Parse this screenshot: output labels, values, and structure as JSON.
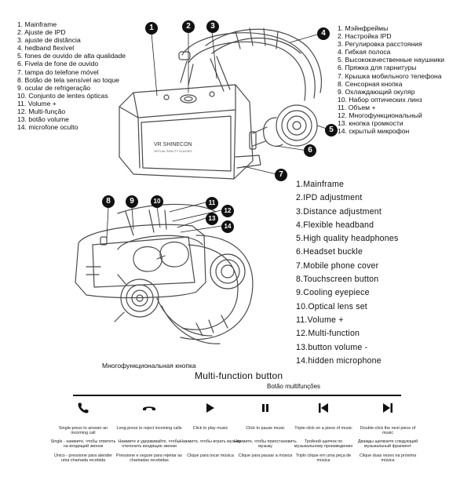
{
  "lists": {
    "portuguese": [
      "1. Mainframe",
      "2. Ajuste de IPD",
      "3. ajuste de distância",
      "4. hedband flexível",
      "5. fones de ouvido de alta qualidade",
      "6. Fivela de fone de ouvido",
      "7. tampa do telefone móvel",
      "8. Botão de tela sensível ao toque",
      "9. ocular de refrigeração",
      "10. Conjunto de lentes ópticas",
      "11. Volume +",
      "12. Multi-função",
      "13. botão volume",
      "14. microfone oculto"
    ],
    "russian": [
      "1. Мэйнфреймы",
      "2. Настройка IPD",
      "3. Регулировка расстояния",
      "4. Гибкая полоса",
      "5. Высококачественные наушники",
      "6. Пряжка для гарнитуры",
      "7. Крышка мобильного телефона",
      "8. Сенсорная кнопка",
      "9. Охлаждающий окуляр",
      "10. Набор оптических линз",
      "11. Объем +",
      "12. Многофункциональный",
      "13. кнопка громкости",
      "14. скрытый микрофон"
    ],
    "english": [
      "1.Mainframe",
      "2.IPD adjustment",
      "3.Distance adjustment",
      "4.Flexible headband",
      "5.High quality headphones",
      "6.Headset buckle",
      "7.Mobile phone cover",
      "8.Touchscreen button",
      "9.Cooling eyepiece",
      "10.Optical lens set",
      "11.Volume +",
      "12.Multi-function",
      "13.button volume -",
      "14.hidden microphone"
    ]
  },
  "callouts": [
    "1",
    "2",
    "3",
    "4",
    "5",
    "6",
    "7",
    "8",
    "9",
    "10",
    "11",
    "12",
    "13",
    "14"
  ],
  "brand": {
    "logo": "VR SHINECON",
    "tagline": "VIRTUAL REALITY GLASSES"
  },
  "multifunction": {
    "ru_caption": "Многофункциональная кнопка",
    "title": "Multi-function button",
    "pt_caption": "Botão multifunções"
  },
  "controls": [
    {
      "icon": "phone-answer-icon",
      "en": "Single-press to answer an incoming call",
      "ru": "Single - нажмите, чтобы ответить на входящий звонок",
      "pt": "Único - pressione para atender uma chamada recebida"
    },
    {
      "icon": "phone-hangup-icon",
      "en": "Long-press to reject incoming calls",
      "ru": "Нажмите и удерживайте, чтобы отклонить входящие звонки",
      "pt": "Pressione e segure para rejeitar as chamadas recebidas"
    },
    {
      "icon": "play-icon",
      "en": "Click to play music",
      "ru": "Нажмите, чтобы играть музыку",
      "pt": "Clique para tocar música"
    },
    {
      "icon": "pause-icon",
      "en": "Click to pause music",
      "ru": "Нажмите, чтобы приостановить музыку",
      "pt": "Clique para pausar a música"
    },
    {
      "icon": "previous-track-icon",
      "en": "Triple-click on a piece of music",
      "ru": "Тройной щелчок по музыкальному произведению",
      "pt": "Triplo clique em uma peça de música"
    },
    {
      "icon": "next-track-icon",
      "en": "Double-click the next piece of music",
      "ru": "Дважды щелкните следующий музыкальный фрагмент",
      "pt": "Clique duas vezes na próxima música"
    }
  ],
  "colors": {
    "ink": "#111111",
    "line": "#555555",
    "shade": "#d9d9d9"
  }
}
